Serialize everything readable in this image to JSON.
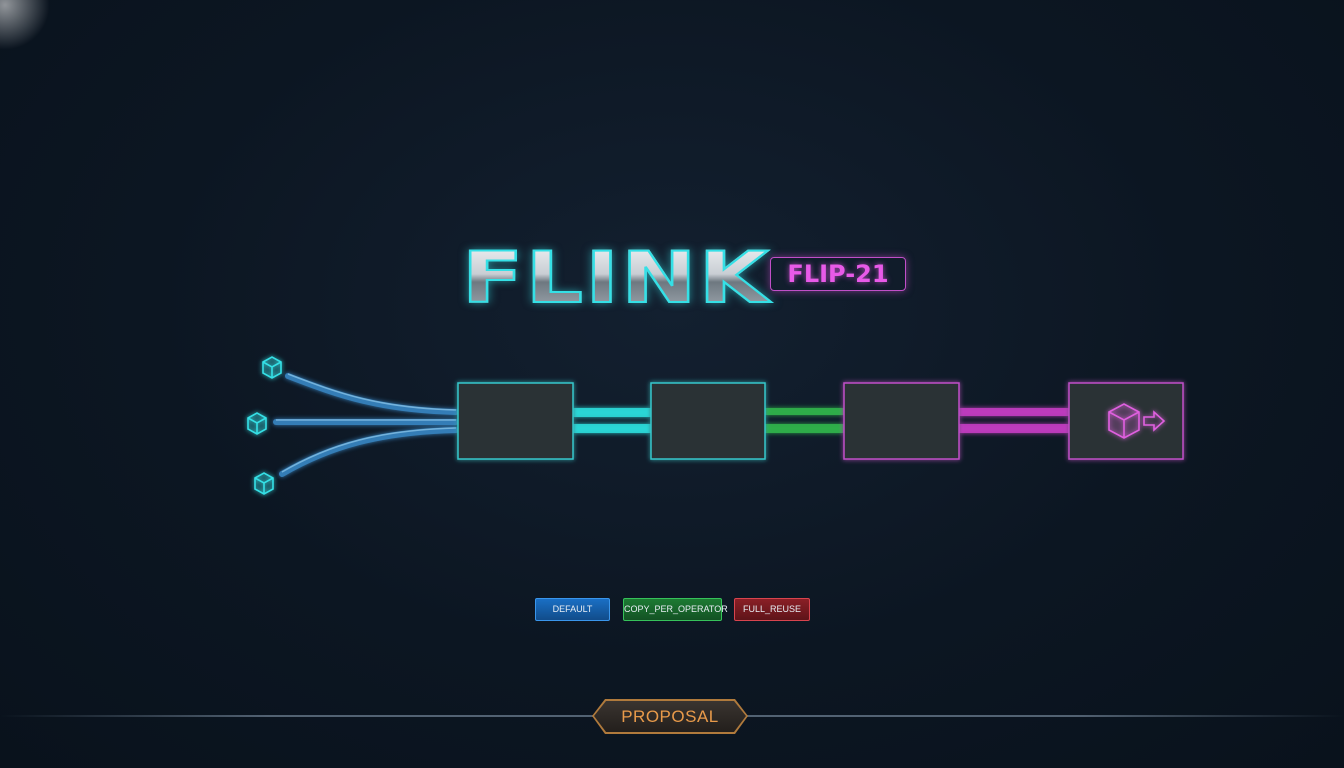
{
  "title": {
    "main": "FLINK",
    "badge": "FLIP-21"
  },
  "modes": {
    "default_label": "DEFAULT",
    "copy_label": "COPY_PER_OPERATOR",
    "full_label": "FULL_REUSE"
  },
  "footer": {
    "label": "PROPOSAL"
  },
  "icons": {
    "source": "cube-icon",
    "sink": "cube-arrow-icon"
  },
  "colors": {
    "cyan": "#35e0e6",
    "blue": "#3a96ec",
    "green": "#36c25a",
    "magenta": "#d455d8",
    "red": "#d8444e",
    "orange": "#e89a4a"
  }
}
